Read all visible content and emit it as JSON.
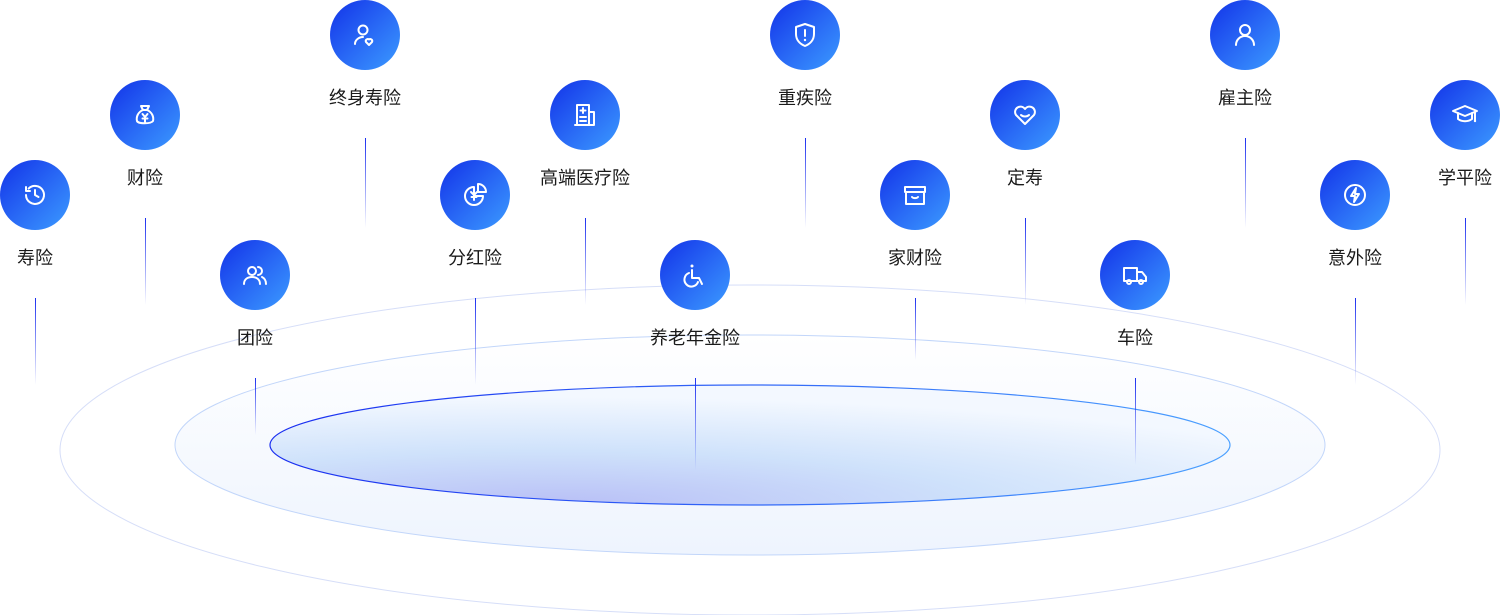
{
  "colors": {
    "accent_start": "#1232e8",
    "accent_end": "#3b9bff",
    "line": "#1b2ff0"
  },
  "items": [
    {
      "label": "寿险",
      "icon": "clock-history-icon"
    },
    {
      "label": "财险",
      "icon": "money-bag-icon"
    },
    {
      "label": "终身寿险",
      "icon": "user-heart-icon"
    },
    {
      "label": "团险",
      "icon": "users-icon"
    },
    {
      "label": "分红险",
      "icon": "yen-pie-icon"
    },
    {
      "label": "高端医疗险",
      "icon": "hospital-icon"
    },
    {
      "label": "养老年金险",
      "icon": "wheelchair-icon"
    },
    {
      "label": "重疾险",
      "icon": "shield-alert-icon"
    },
    {
      "label": "家财险",
      "icon": "box-icon"
    },
    {
      "label": "定寿",
      "icon": "heart-icon"
    },
    {
      "label": "车险",
      "icon": "truck-icon"
    },
    {
      "label": "雇主险",
      "icon": "user-icon"
    },
    {
      "label": "意外险",
      "icon": "lightning-icon"
    },
    {
      "label": "学平险",
      "icon": "graduation-cap-icon"
    }
  ]
}
